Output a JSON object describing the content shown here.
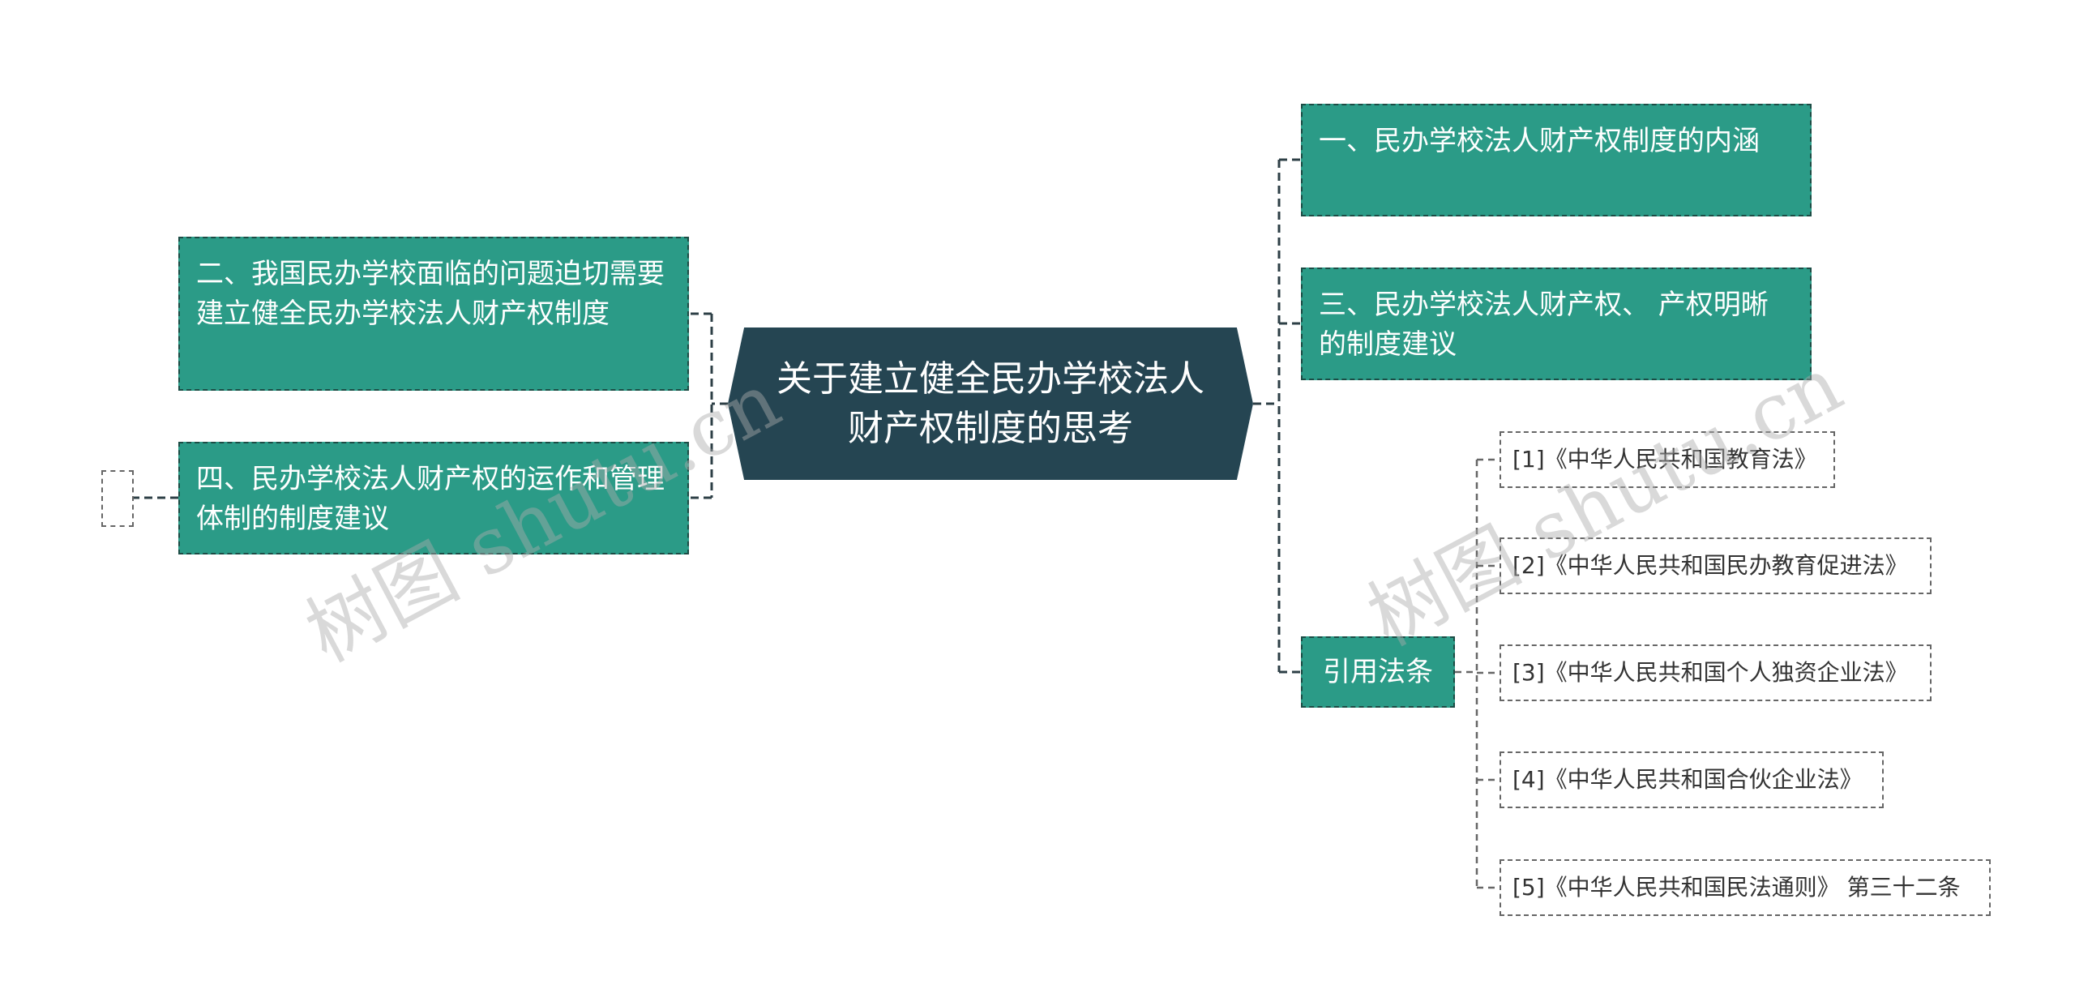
{
  "mindmap": {
    "root": "关于建立健全民办学校法人财产权制度的思考",
    "topics": [
      "一、民办学校法人财产权制度的内涵",
      "二、我国民办学校面临的问题迫切需要 建立健全民办学校法人财产权制度",
      "三、民办学校法人财产权、 产权明晰的制度建议",
      "四、民办学校法人财产权的运作和管理体制的制度建议",
      "引用法条"
    ],
    "references": [
      "[1]《中华人民共和国教育法》",
      "[2]《中华人民共和国民办教育促进法》",
      "[3]《中华人民共和国个人独资企业法》",
      "[4]《中华人民共和国合伙企业法》",
      "[5]《中华人民共和国民法通则》 第三十二条"
    ]
  },
  "watermark": "树图 shutu.cn",
  "colors": {
    "root_fill": "#254552",
    "topic_fill": "#2b9b87",
    "topic_border": "#1c4c45",
    "leaf_border": "#666666",
    "connector": "#2d3f46"
  }
}
